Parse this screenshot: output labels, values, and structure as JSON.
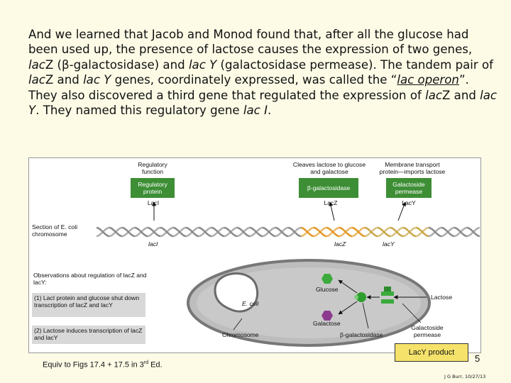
{
  "body_text": {
    "seg1": "And we learned that Jacob and Monod found that, after all the glucose had been used up, the presence of lactose causes the expression of two genes, ",
    "lacZ1": "lac",
    "lacZ1b": "Z",
    "seg2": " (β-galactosidase) and ",
    "lacY1": "lac Y",
    "seg3": " (galactosidase permease). The tandem pair of ",
    "lacZ2": "lac",
    "lacZ2b": "Z",
    "seg4": " and ",
    "lacY2": "lac Y",
    "seg5": " genes, coordinately expressed, was called the “",
    "operon": "lac operon",
    "seg6": "”.  They also discovered a third gene that regulated the expression of ",
    "lacZ3": "lac",
    "lacZ3b": "Z",
    "seg7": " and ",
    "lacY3": "lac Y",
    "seg8": ".  They named this regulatory gene ",
    "lacI": "lac I",
    "seg9": "."
  },
  "figure": {
    "reg_function": "Regulatory function",
    "reg_protein": "Regulatory protein",
    "lacI_protein": "LacI",
    "cleaves": "Cleaves lactose to glucose and galactose",
    "beta_gal": "β-galactosidase",
    "lacZ_protein": "LacZ",
    "membrane": "Membrane transport protein—imports lactose",
    "gal_permease": "Galactoside permease",
    "lacY_protein": "LacY",
    "section_label": "Section of E. coli chromosome",
    "gene_lacI": "lacI",
    "gene_lacZ": "lacZ",
    "gene_lacY": "lacY",
    "obs_title": "Observations about regulation of lacZ and lacY:",
    "obs1": "(1) LacI protein and glucose shut down transcription of lacZ and lacY",
    "obs2": "(2) Lactose induces transcription of lacZ and lacY",
    "glucose": "Glucose",
    "ecoli": "E. coli",
    "lactose": "Lactose",
    "galactose": "Galactose",
    "chromosome": "Chromosome",
    "beta_gal_cell": "β-galactosidase",
    "gal_permease_cell": "Galactoside permease"
  },
  "caption": {
    "text": "Equiv to Figs 17.4 + 17.5 in 3",
    "sup": "rd",
    "tail": " Ed."
  },
  "product_label": "LacY product",
  "slide_number": "5",
  "credit": "J G Burr, 10/27/13",
  "colors": {
    "background": "#fdfbe6",
    "protein_green": "#3d8e35",
    "dna_gray": "#8c8c8c",
    "dna_orange": "#e39a2a",
    "glucose_green": "#3caa3c",
    "galactose_purple": "#8b3a8f",
    "product_yellow": "#f5e26b"
  }
}
